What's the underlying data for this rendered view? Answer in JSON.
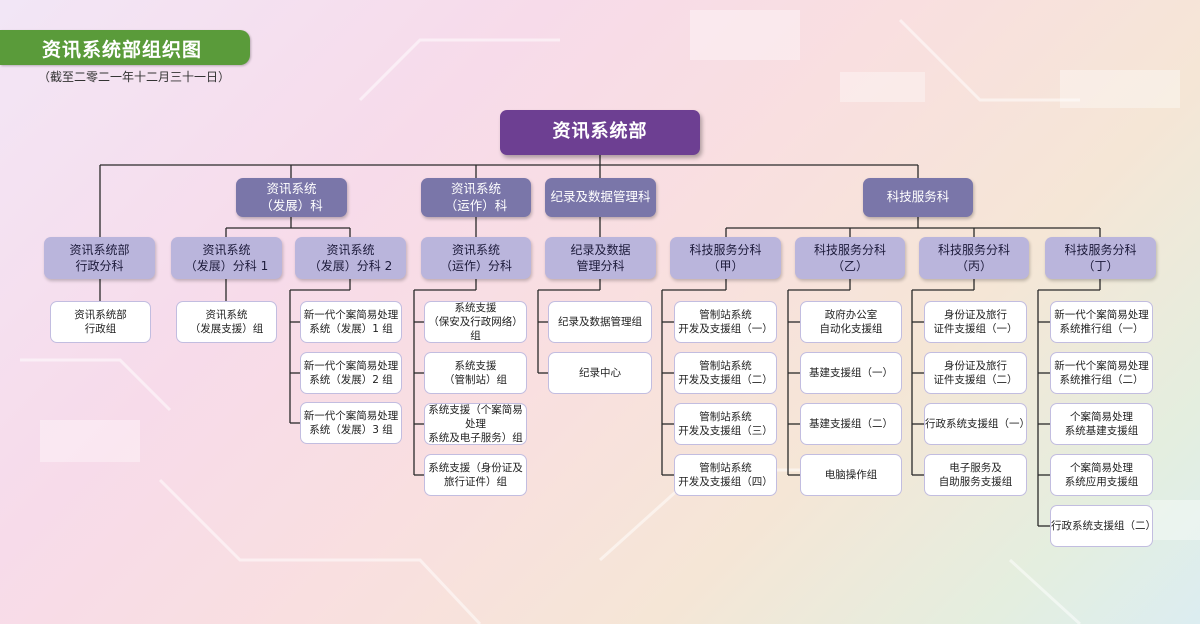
{
  "title": "资讯系统部组织图",
  "subtitle": "（截至二零二一年十二月三十一日）",
  "root": "资讯系统部",
  "divisions": [
    {
      "label": "资讯系统\n（发展）科"
    },
    {
      "label": "资讯系统\n（运作）科"
    },
    {
      "label": "纪录及数据管理科"
    },
    {
      "label": "科技服务科"
    }
  ],
  "sections": [
    {
      "label": "资讯系统部\n行政分科",
      "groups": [
        "资讯系统部\n行政组"
      ]
    },
    {
      "label": "资讯系统\n（发展）分科 1",
      "groups": [
        "资讯系统\n（发展支援）组"
      ]
    },
    {
      "label": "资讯系统\n（发展）分科 2",
      "groups": [
        "新一代个案简易处理\n系统（发展）1 组",
        "新一代个案简易处理\n系统（发展）2 组",
        "新一代个案简易处理\n系统（发展）3 组"
      ]
    },
    {
      "label": "资讯系统\n（运作）分科",
      "groups": [
        "系统支援\n（保安及行政网络）组",
        "系统支援\n（管制站）组",
        "系统支援（个案简易处理\n系统及电子服务）组",
        "系统支援（身份证及\n旅行证件）组"
      ]
    },
    {
      "label": "纪录及数据\n管理分科",
      "groups": [
        "纪录及数据管理组",
        "纪录中心"
      ]
    },
    {
      "label": "科技服务分科\n（甲）",
      "groups": [
        "管制站系统\n开发及支援组（一）",
        "管制站系统\n开发及支援组（二）",
        "管制站系统\n开发及支援组（三）",
        "管制站系统\n开发及支援组（四）"
      ]
    },
    {
      "label": "科技服务分科\n（乙）",
      "groups": [
        "政府办公室\n自动化支援组",
        "基建支援组（一）",
        "基建支援组（二）",
        "电脑操作组"
      ]
    },
    {
      "label": "科技服务分科\n（丙）",
      "groups": [
        "身份证及旅行\n证件支援组（一）",
        "身份证及旅行\n证件支援组（二）",
        "行政系统支援组（一）",
        "电子服务及\n自助服务支援组"
      ]
    },
    {
      "label": "科技服务分科\n（丁）",
      "groups": [
        "新一代个案简易处理\n系统推行组（一）",
        "新一代个案简易处理\n系统推行组（二）",
        "个案简易处理\n系统基建支援组",
        "个案简易处理\n系统应用支援组",
        "行政系统支援组（二）"
      ]
    }
  ]
}
